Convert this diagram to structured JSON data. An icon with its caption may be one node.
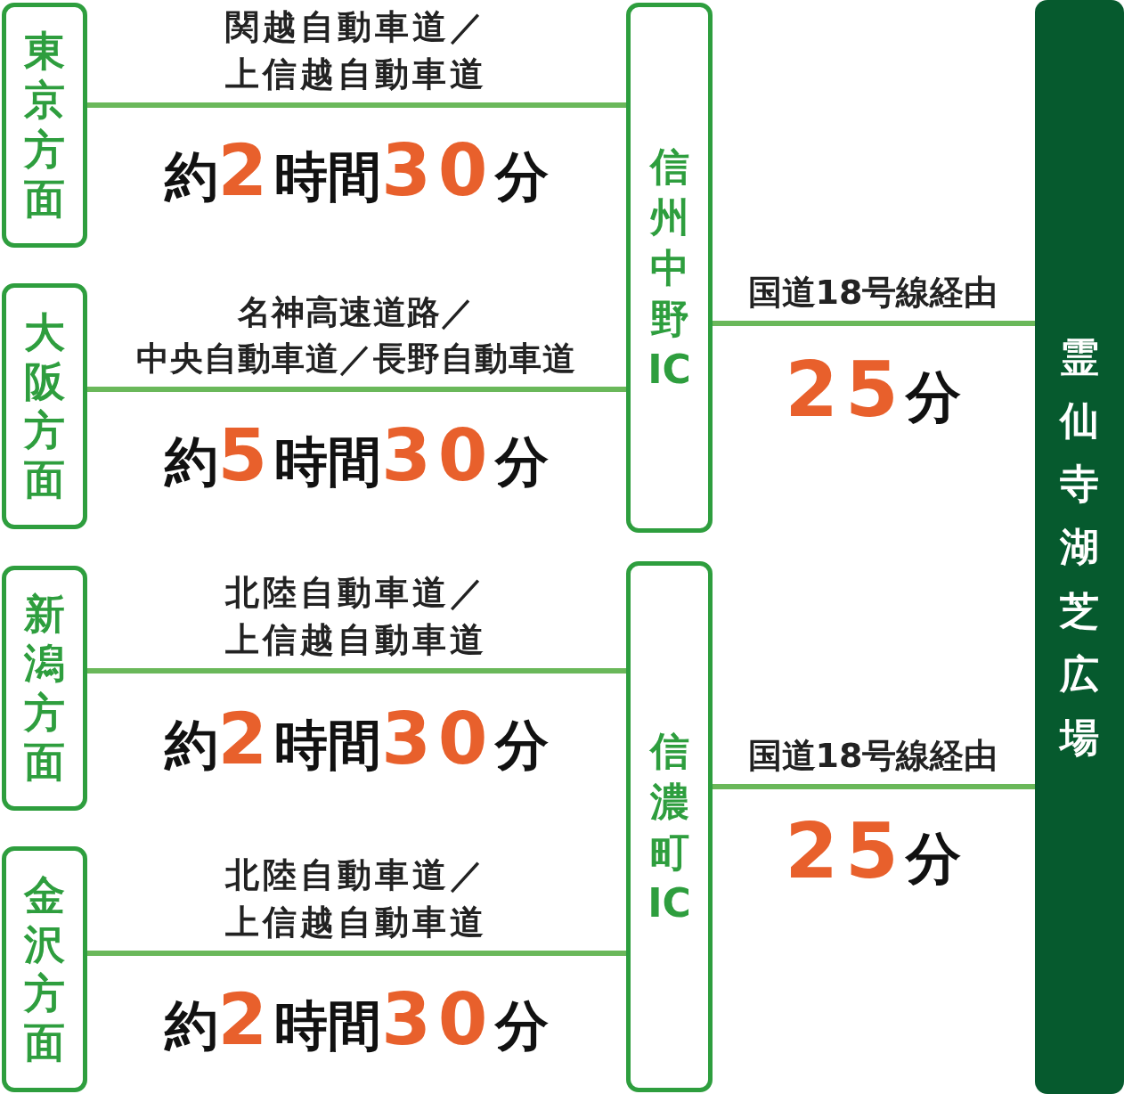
{
  "diagram": {
    "nodes": [
      {
        "text": [
          "東京方面"
        ]
      },
      {
        "text": [
          "大阪方面"
        ]
      },
      {
        "text": [
          "新潟方面"
        ]
      },
      {
        "text": [
          "金沢方面"
        ]
      },
      {
        "text": [
          "信州中野IC"
        ]
      },
      {
        "text": [
          "信濃町IC"
        ]
      },
      {
        "text": [
          "霊仙寺湖芝広場"
        ]
      }
    ],
    "edges": [
      {
        "from": 0,
        "to": 4,
        "arrow": "none",
        "label": "関越自動車道／上信越自動車道"
      },
      {
        "from": 1,
        "to": 4,
        "arrow": "none",
        "label": "名神高速道路／中央自動車道／長野自動車道"
      },
      {
        "from": 2,
        "to": 5,
        "arrow": "none",
        "label": "北陸自動車道／上信越自動車道"
      },
      {
        "from": 3,
        "to": 5,
        "arrow": "none",
        "label": "北陸自動車道／上信越自動車道"
      },
      {
        "from": 4,
        "to": 6,
        "arrow": "none",
        "label": "国道18号線経由"
      },
      {
        "from": 5,
        "to": 6,
        "arrow": "none",
        "label": "国道18号線経由"
      }
    ],
    "labels": [
      "約2時間30分",
      "約5時間30分",
      "25分",
      "約2時間30分",
      "25分",
      "約2時間30分"
    ]
  }
}
